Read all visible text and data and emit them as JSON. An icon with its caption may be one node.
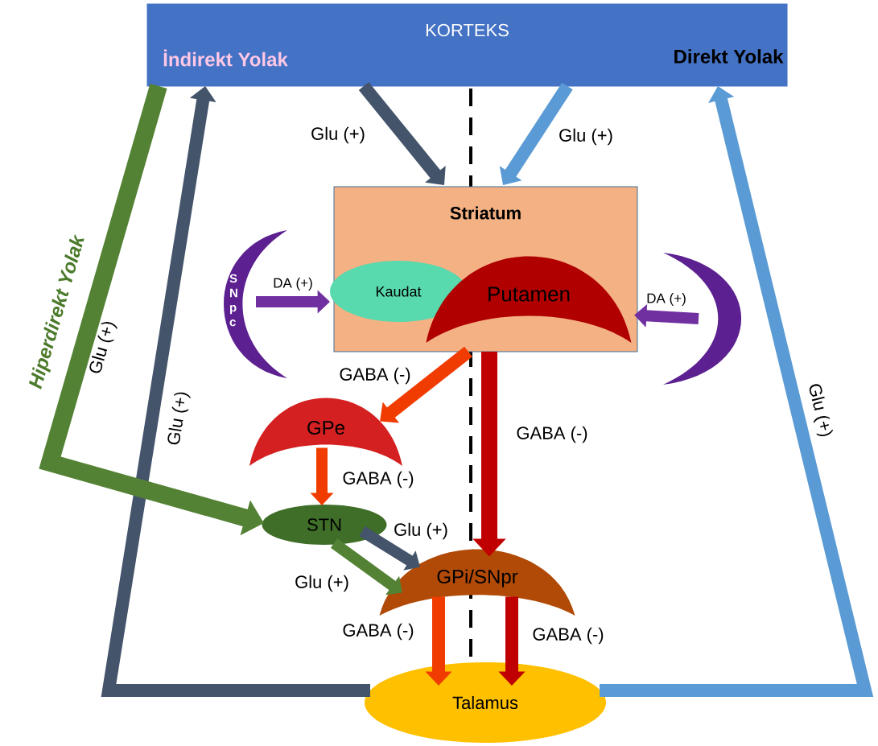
{
  "diagram": {
    "nodes": [
      {
        "text": [
          "KORTEKS"
        ]
      },
      {
        "text": [
          "Striatum"
        ]
      },
      {
        "text": [
          "Kaudat"
        ],
        "in": 1
      },
      {
        "text": [
          "Putamen"
        ],
        "in": 1
      },
      {
        "text": [
          "S N p c"
        ]
      },
      {
        "text": [],
        "shape": "crescent"
      },
      {
        "text": [
          "GPe"
        ]
      },
      {
        "text": [
          "STN"
        ]
      },
      {
        "text": [
          "GPi/SNpr"
        ]
      },
      {
        "text": [
          "Talamus"
        ]
      }
    ],
    "edges": [
      {
        "from": 0,
        "to": 1,
        "arrow": "to",
        "label": "Glu (+)",
        "color": "#44546a"
      },
      {
        "from": 0,
        "to": 1,
        "arrow": "to",
        "label": "Glu (+)",
        "color": "#5b9bd5"
      },
      {
        "from": 4,
        "to": 2,
        "arrow": "to",
        "label": "DA (+)",
        "color": "#7030a0"
      },
      {
        "from": 5,
        "to": 3,
        "arrow": "to",
        "label": "DA (+)",
        "color": "#7030a0"
      },
      {
        "from": 1,
        "to": 6,
        "arrow": "to",
        "label": "GABA (-)",
        "color": "#f03c00"
      },
      {
        "from": 1,
        "to": 8,
        "arrow": "to",
        "label": "GABA (-)",
        "color": "#c00000"
      },
      {
        "from": 6,
        "to": 7,
        "arrow": "to",
        "label": "GABA (-)",
        "color": "#f03c00"
      },
      {
        "from": 7,
        "to": 8,
        "arrow": "to",
        "label": "Glu (+)",
        "color": "#44546a"
      },
      {
        "from": 7,
        "to": 8,
        "arrow": "to",
        "label": "Glu (+)",
        "color": "#548235"
      },
      {
        "from": 8,
        "to": 9,
        "arrow": "to",
        "label": "GABA (-)",
        "color": "#f03c00"
      },
      {
        "from": 8,
        "to": 9,
        "arrow": "to",
        "label": "GABA (-)",
        "color": "#c00000"
      },
      {
        "from": 9,
        "to": 0,
        "arrow": "to",
        "label": "Glu (+)",
        "color": "#44546a"
      },
      {
        "from": 9,
        "to": 0,
        "arrow": "to",
        "label": "Glu (+)",
        "color": "#5b9bd5"
      },
      {
        "from": 0,
        "to": 7,
        "arrow": "to",
        "label": "Glu (+)",
        "color": "#548235"
      }
    ],
    "labels": [
      "İndirekt Yolak",
      "Direkt Yolak",
      "Hiperdirekt Yolak"
    ]
  }
}
